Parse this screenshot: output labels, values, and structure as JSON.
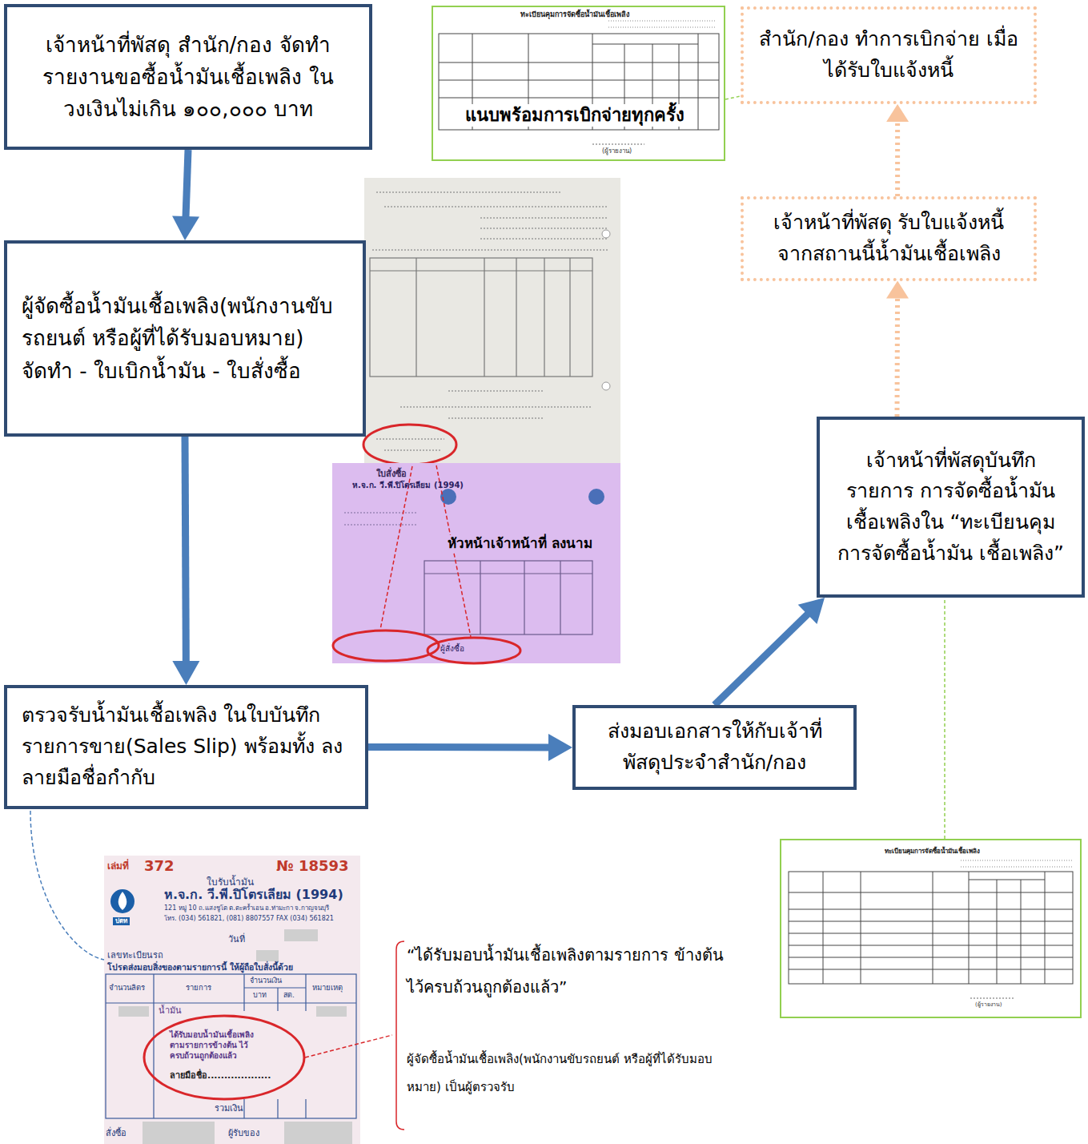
{
  "diagram": {
    "nodes": [
      {
        "text": [
          "เจ้าหน้าที่พัสดุ สำนัก/กอง จัดทำรายงานขอซื้อน้ำมันเชื้อเพลิง ในวงเงินไม่เกิน ๑๐๐,๐๐๐ บาท"
        ]
      },
      {
        "text": [
          "ผู้จัดซื้อน้ำมันเชื้อเพลิง(พนักงานขับรถยนต์ หรือผู้ที่ได้รับมอบหมาย)",
          "จัดทำ - ใบเบิกน้ำมัน - ใบสั่งซื้อ"
        ]
      },
      {
        "text": [
          "ตรวจรับน้ำมันเชื้อเพลิง ในใบบันทึกรายการขาย(Sales Slip) พร้อมทั้ง ลงลายมือชื่อกำกับ"
        ]
      },
      {
        "text": [
          "ส่งมอบเอกสารให้กับเจ้าที่ พัสดุประจำสำนัก/กอง"
        ]
      },
      {
        "text": [
          "เจ้าหน้าที่พัสดุบันทึกรายการ การจัดซื้อน้ำมันเชื้อเพลิงใน “ทะเบียนคุมการจัดซื้อน้ำมัน เชื้อเพลิง”"
        ]
      },
      {
        "text": [
          "เจ้าหน้าที่พัสดุ รับใบแจ้งหนี้ จากสถานนี้น้ำมันเชื้อเพลิง"
        ]
      },
      {
        "text": [
          "สำนัก/กอง ทำการเบิกจ่าย เมื่อได้รับใบแจ้งหนี้"
        ]
      }
    ],
    "edges": [
      {
        "from": 0,
        "to": 1,
        "arrow": "to"
      },
      {
        "from": 1,
        "to": 2,
        "arrow": "to"
      },
      {
        "from": 2,
        "to": 3,
        "arrow": "to"
      },
      {
        "from": 3,
        "to": 4,
        "arrow": "to"
      },
      {
        "from": 4,
        "to": 5,
        "arrow": "to"
      },
      {
        "from": 5,
        "to": 6,
        "arrow": "to"
      }
    ],
    "labels": [
      "ทะเบียนคุมการจัดซื้อน้ำมันเชื้อเพลิง",
      "แนบพร้อมการเบิกจ่ายทุกครั้ง",
      "(ผู้รายงาน)",
      "ใบสั่งซื้อ",
      "ห.จ.ก. วี.พี.ปิโตรเลียม (1994)",
      "หัวหน้าเจ้าหน้าที่ ลงนาม",
      "ผู้สั่งซื้อ",
      "เล่มที่",
      "372",
      "№ 18593",
      "ใบรับน้ำมัน",
      "ห.จ.ก. วี.พี.ปิโตรเลียม (1994)",
      "121 หมู่ 10 ถ.แสงชูโต ต.ตะคร้ำเอน อ.ท่ามะกา จ.กาญจนบุรี",
      "โทร. (034) 561821, (081) 8807557 FAX (034) 561821",
      "ปตท",
      "วันที่",
      "เลขทะเบียนรถ",
      "โปรดส่งมอบสิ่งของตามรายการนี้ ให้ผู้ถือใบสั่งนี้ด้วย",
      "จำนวนลิตร",
      "รายการ",
      "จำนวนเงิน",
      "บาท",
      "สต.",
      "หมายเหตุ",
      "น้ำมัน",
      "ได้รับมอบน้ำมันเชื้อเพลิง ตามรายการข้างต้น ไว้ครบถ้วนถูกต้องแล้ว",
      "ลายมือชื่อ...................",
      "รวมเงิน",
      "สั่งซื้อ",
      "ผู้รับของ",
      "“ได้รับมอบน้ำมันเชื้อเพลิงตามรายการ ข้างต้นไว้ครบถ้วนถูกต้องแล้ว”",
      "ผู้จัดซื้อน้ำมันเชื้อเพลิง(พนักงานขับรถยนต์ หรือผู้ที่ได้รับมอบหมาย) เป็นผู้ตรวจรับ",
      "ทะเบียนคุมการจัดซื้อน้ำมันเชื้อเพลิง",
      "(ผู้รายงาน)"
    ]
  }
}
